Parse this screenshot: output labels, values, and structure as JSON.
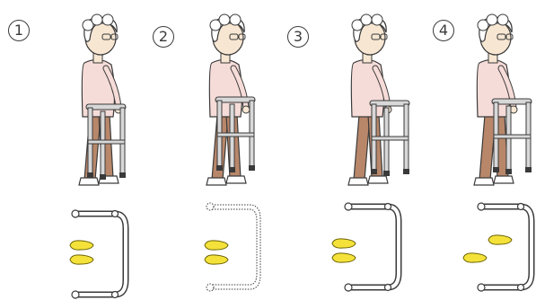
{
  "steps": [
    {
      "number": "1",
      "frame_outline": "solid",
      "feet": "both-back"
    },
    {
      "number": "2",
      "frame_outline": "dotted",
      "feet": "both-back"
    },
    {
      "number": "3",
      "frame_outline": "solid",
      "feet": "both-back"
    },
    {
      "number": "4",
      "frame_outline": "solid",
      "feet": "right-forward"
    }
  ],
  "colors": {
    "line": "#3a3a3a",
    "foot": "#f4e23a",
    "foot_outline": "#6b6200",
    "shirt": "#f6dcd8",
    "trousers": "#b8876a",
    "hair": "#ffffff",
    "skin": "#f7e6d2",
    "walker_metal": "#d8d8d8"
  },
  "icons": [
    "elderly-person-icon",
    "walker-icon",
    "footprint-icon"
  ]
}
